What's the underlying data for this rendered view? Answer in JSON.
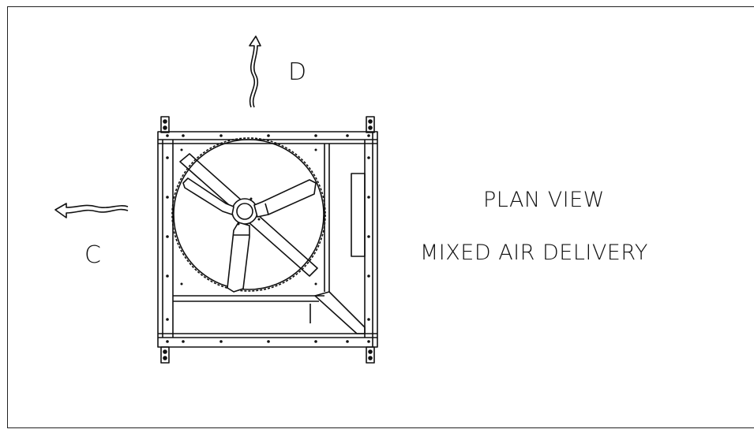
{
  "labels": {
    "airflow_top": "D",
    "airflow_left": "C",
    "view_title": "PLAN VIEW",
    "view_subtitle": "MIXED AIR DELIVERY"
  },
  "colors": {
    "line": "#111111",
    "background": "#ffffff"
  }
}
